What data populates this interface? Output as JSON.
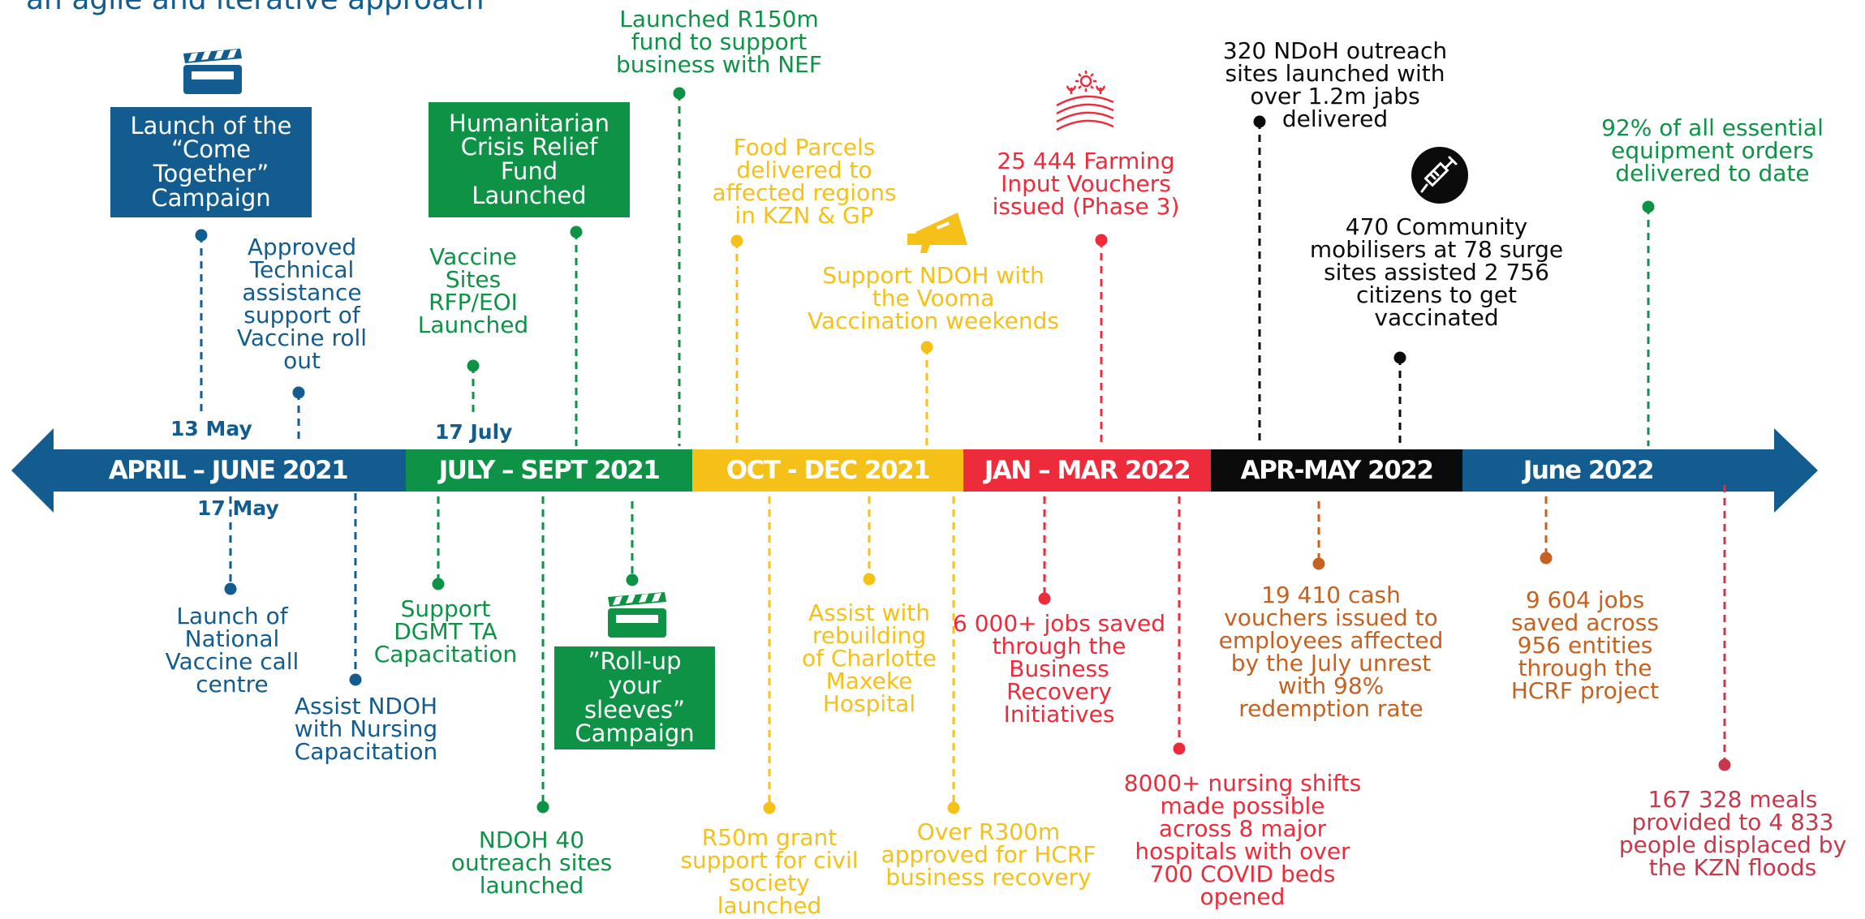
{
  "header": {
    "partial_title": "an agile and iterative approach"
  },
  "colors": {
    "blue": "#125c8f",
    "green": "#0e9246",
    "yellow": "#f5c018",
    "red": "#ee2b3b",
    "black": "#0b0b0b",
    "orange": "#c7611f",
    "crimson": "#c9374a"
  },
  "periods": [
    {
      "label": "APRIL – JUNE 2021",
      "color": "#125c8f"
    },
    {
      "label": "JULY – SEPT 2021",
      "color": "#0e9246"
    },
    {
      "label": "OCT - DEC 2021",
      "color": "#f5c018"
    },
    {
      "label": "JAN – MAR 2022",
      "color": "#ee2b3b"
    },
    {
      "label": "APR-MAY 2022",
      "color": "#0b0b0b"
    },
    {
      "label": "June 2022",
      "color": "#125c8f"
    }
  ],
  "dates": {
    "may13": "13 May",
    "july17": "17 July",
    "may17": "17 May"
  },
  "boxes": {
    "come_together": "Launch of the\n“Come\nTogether”\nCampaign",
    "hcrf": "Humanitarian\nCrisis Relief\nFund\nLaunched",
    "roll_up": "”Roll-up\nyour\nsleeves”\nCampaign"
  },
  "events_above": {
    "technical_assistance": "Approved\nTechnical\nassistance\nsupport of\nVaccine roll\nout",
    "vaccine_sites": "Vaccine\nSites\nRFP/EOI\nLaunched",
    "r150m": "Launched R150m\nfund to support\nbusiness with NEF",
    "food_parcels": "Food Parcels\ndelivered to\naffected regions\nin KZN & GP",
    "vooma": "Support NDOH with\nthe Vooma\nVaccination weekends",
    "farming": "25 444 Farming\nInput Vouchers\nissued (Phase 3)",
    "ndoh_320": "320 NDoH outreach\nsites launched with\nover 1.2m jabs\ndelivered",
    "mobilisers": "470 Community\nmobilisers at 78 surge\nsites assisted 2 756\ncitizens to get\nvaccinated",
    "equipment": "92% of all essential\nequipment orders\ndelivered to date"
  },
  "events_below": {
    "call_centre": "Launch of\nNational\nVaccine call\ncentre",
    "nursing_cap": "Assist NDOH\nwith Nursing\nCapacitation",
    "dgmt": "Support\nDGMT TA\nCapacitation",
    "ndoh_40": "NDOH 40\noutreach sites\nlaunched",
    "r50m": "R50m grant\nsupport for civil\nsociety\nlaunched",
    "charlotte": "Assist with\nrebuilding\nof Charlotte\nMaxeke\nHospital",
    "r300m": "Over R300m\napproved for HCRF\nbusiness recovery",
    "jobs_6000": "6 000+ jobs saved\nthrough the\nBusiness\nRecovery\nInitiatives",
    "nursing_shifts": "8000+ nursing shifts\nmade possible\nacross 8 major\nhospitals with over\n700 COVID beds\nopened",
    "cash_vouchers": "19 410 cash\nvouchers issued to\nemployees affected\nby the July unrest\nwith 98%\nredemption rate",
    "jobs_9604": "9 604 jobs\nsaved across\n956 entities\nthrough the\nHCRF project",
    "meals": "167 328 meals\nprovided to 4 833\npeople displaced by\nthe KZN floods"
  },
  "icons": [
    "clapperboard-icon",
    "megaphone-icon",
    "farm-field-icon",
    "syringe-icon"
  ]
}
